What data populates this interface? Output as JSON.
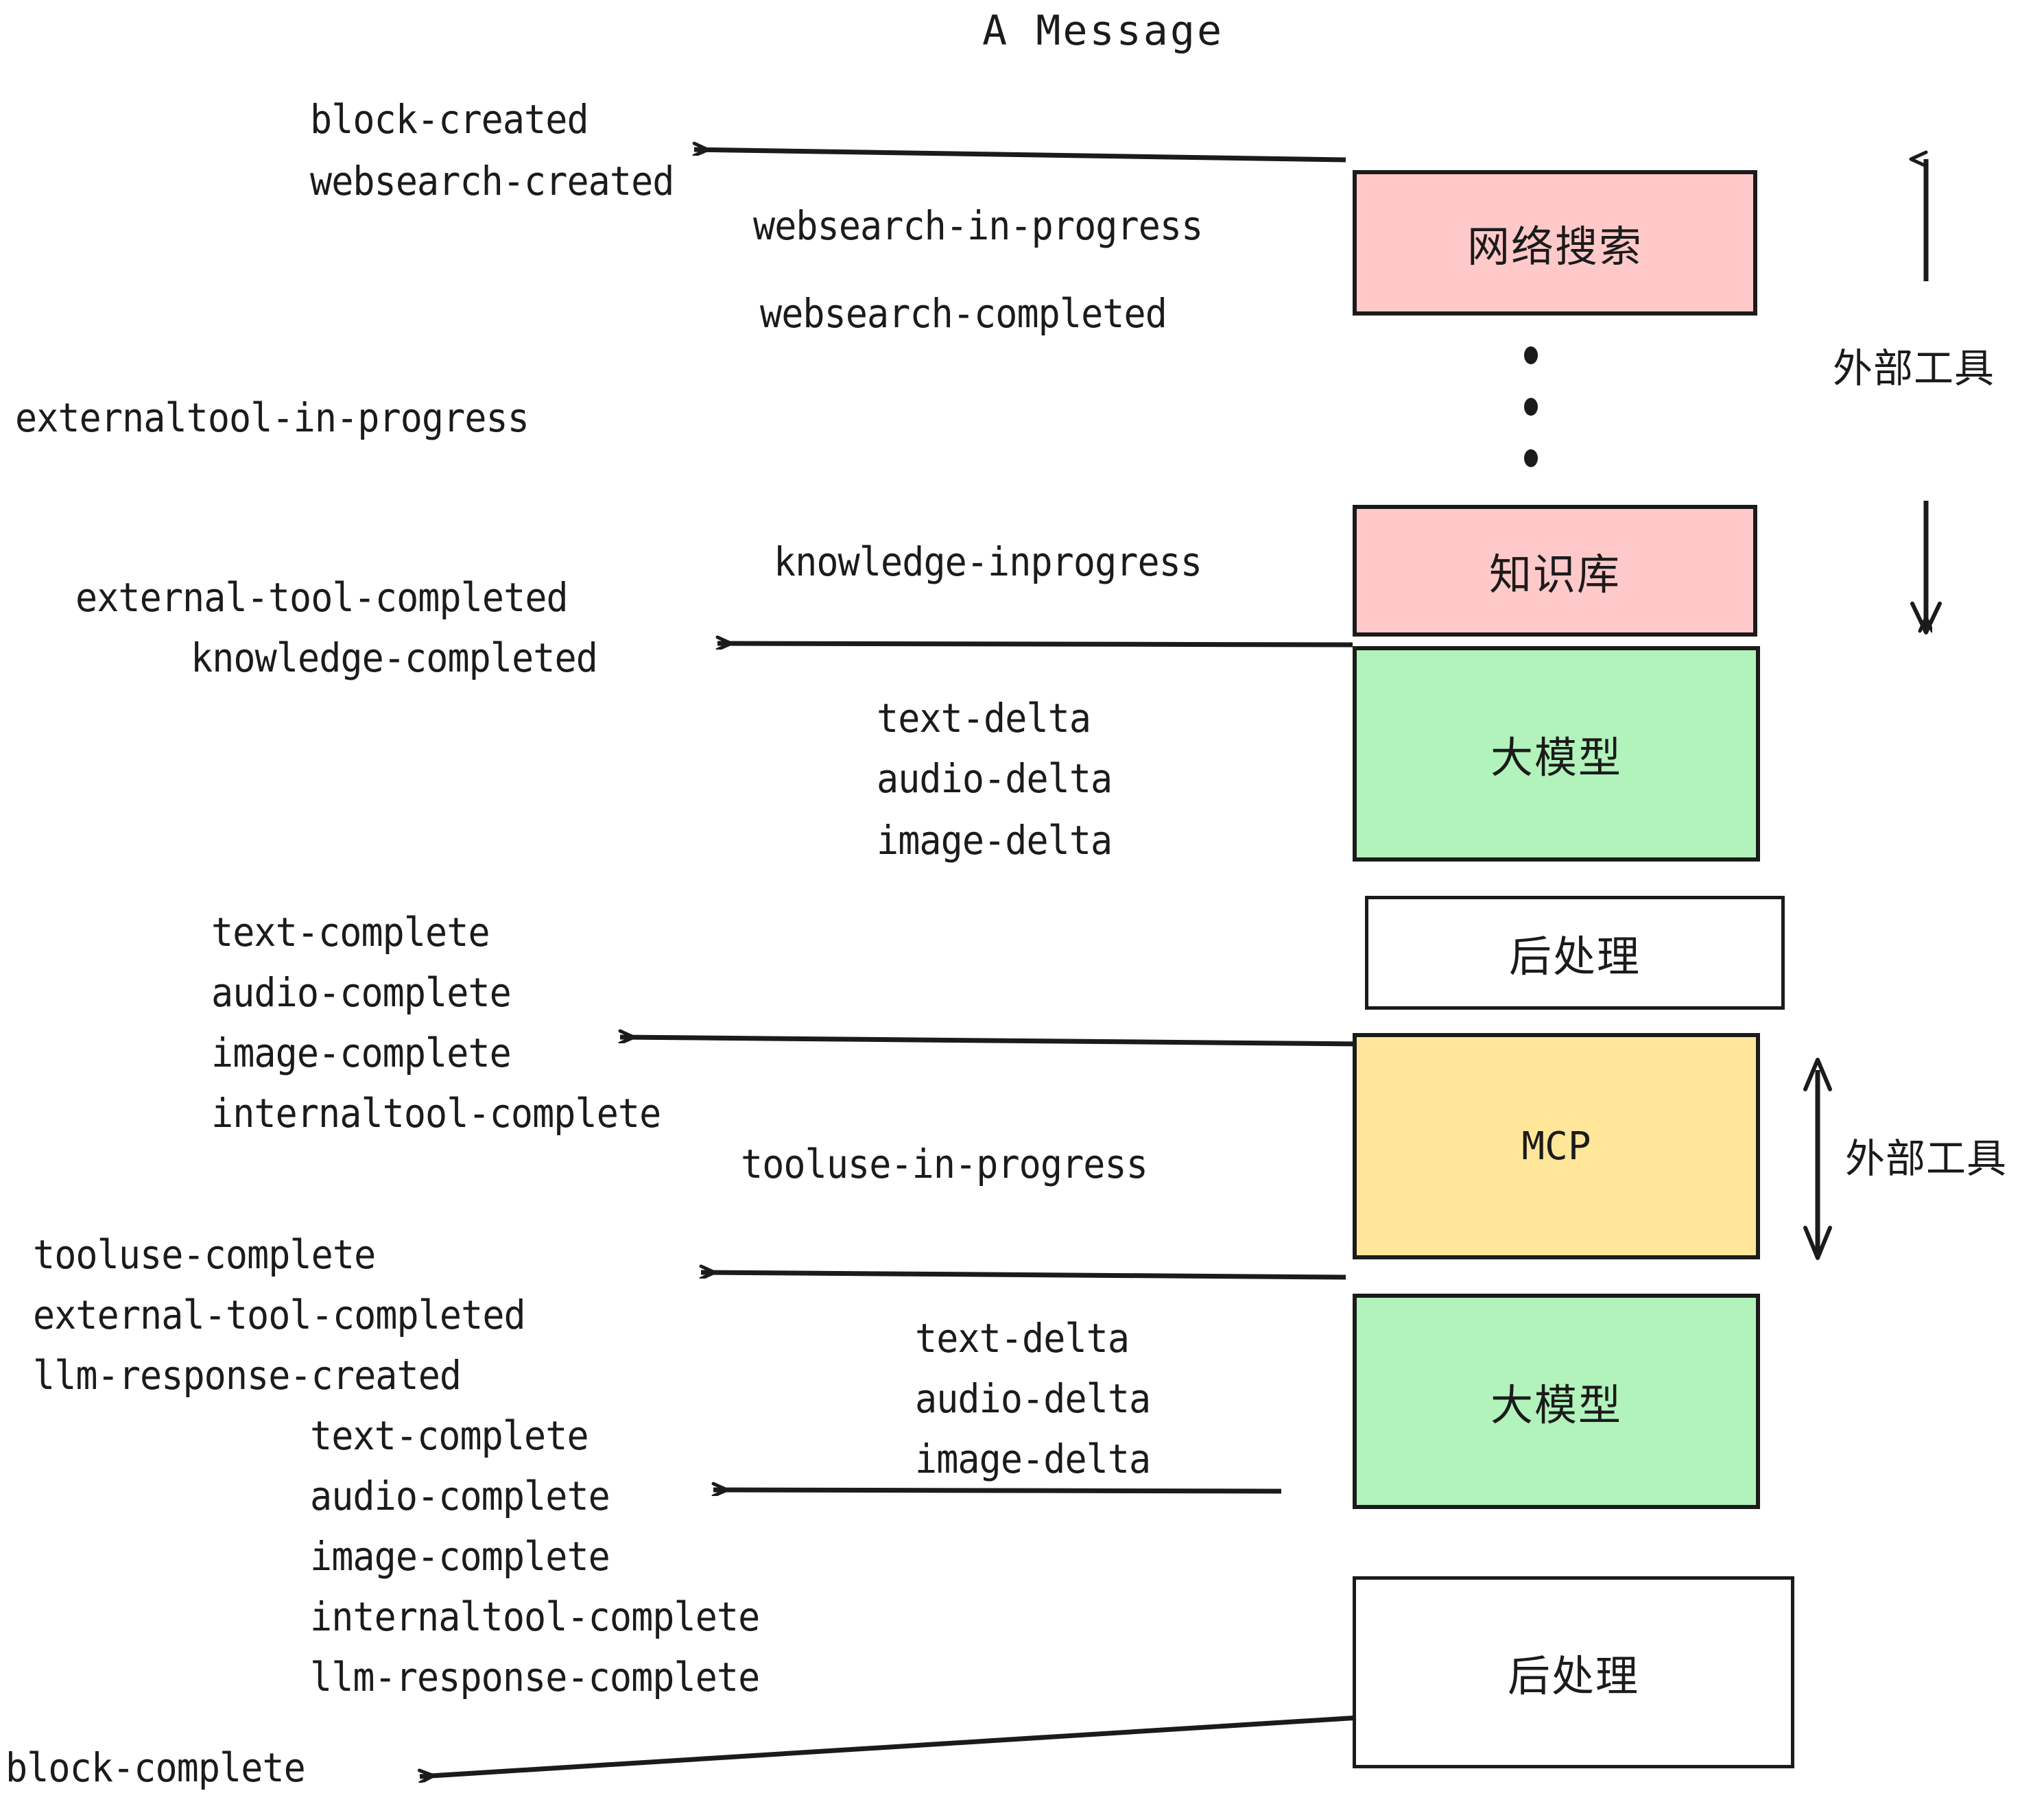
{
  "title": "A Message",
  "colors": {
    "pink": "#FFC9C9",
    "green": "#B2F2BB",
    "yellow": "#FFE699",
    "white": "#FFFFFF",
    "stroke": "#1B1B1B"
  },
  "nodes": [
    {
      "id": "websearch",
      "label": "网络搜索",
      "fill": "#FFC9C9"
    },
    {
      "id": "knowledge",
      "label": "知识库",
      "fill": "#FFC9C9"
    },
    {
      "id": "llm-top",
      "label": "大模型",
      "fill": "#B2F2BB"
    },
    {
      "id": "postprocess-1",
      "label": "后处理",
      "fill": "#FFFFFF"
    },
    {
      "id": "mcp",
      "label": "MCP",
      "fill": "#FFE699"
    },
    {
      "id": "llm-bottom",
      "label": "大模型",
      "fill": "#B2F2BB"
    },
    {
      "id": "postprocess-2",
      "label": "后处理",
      "fill": "#FFFFFF"
    }
  ],
  "side_labels": [
    {
      "id": "external-tools-top",
      "text": "外部工具"
    },
    {
      "id": "external-tools-bottom",
      "text": "外部工具"
    }
  ],
  "events": {
    "block_created": "block-created",
    "websearch_created": "websearch-created",
    "websearch_in_progress": "websearch-in-progress",
    "websearch_completed": "websearch-completed",
    "externaltool_in_progress": "externaltool-in-progress",
    "knowledge_inprogress": "knowledge-inprogress",
    "external_tool_completed_1": "external-tool-completed",
    "knowledge_completed": "knowledge-completed",
    "text_delta_1": "text-delta",
    "audio_delta_1": "audio-delta",
    "image_delta_1": "image-delta",
    "text_complete_1": "text-complete",
    "audio_complete_1": "audio-complete",
    "image_complete_1": "image-complete",
    "internaltool_complete_1": "internaltool-complete",
    "tooluse_in_progress": "tooluse-in-progress",
    "tooluse_complete": "tooluse-complete",
    "external_tool_completed_2": "external-tool-completed",
    "llm_response_created": "llm-response-created",
    "text_delta_2": "text-delta",
    "audio_delta_2": "audio-delta",
    "image_delta_2": "image-delta",
    "text_complete_2": "text-complete",
    "audio_complete_2": "audio-complete",
    "image_complete_2": "image-complete",
    "internaltool_complete_2": "internaltool-complete",
    "llm_response_complete": "llm-response-complete",
    "block_complete": "block-complete"
  }
}
